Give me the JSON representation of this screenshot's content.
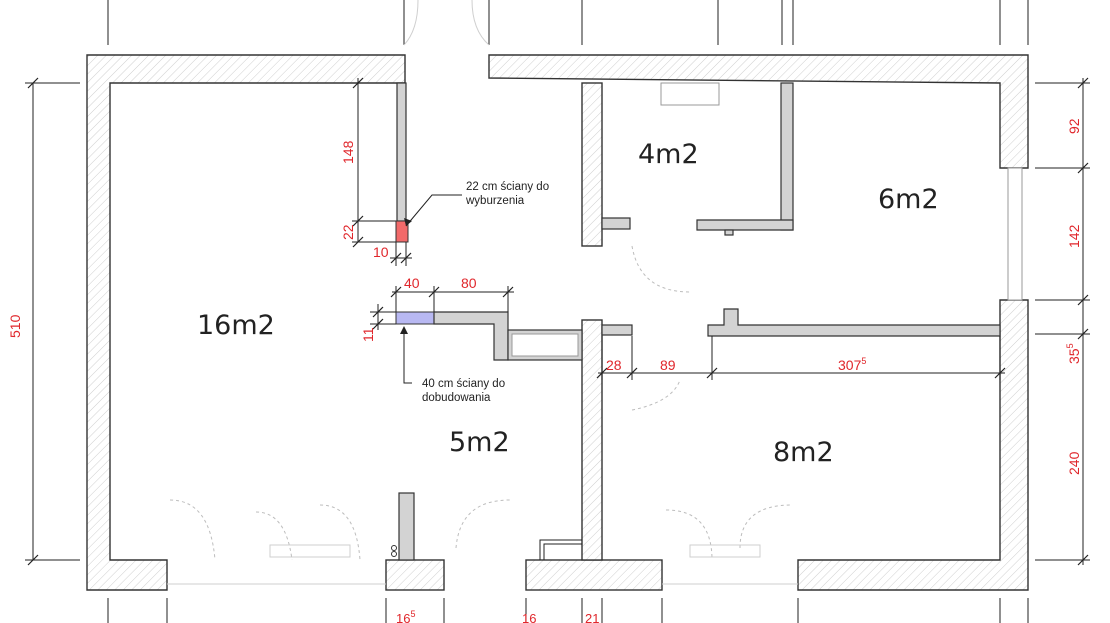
{
  "rooms": [
    {
      "id": "room-living",
      "label": "16m2"
    },
    {
      "id": "room-hall",
      "label": "5m2"
    },
    {
      "id": "room-bath",
      "label": "4m2"
    },
    {
      "id": "room-kitchen",
      "label": "6m2"
    },
    {
      "id": "room-bedroom",
      "label": "8m2"
    }
  ],
  "notes": {
    "demolish": [
      "22 cm ściany do",
      "wyburzenia"
    ],
    "build": [
      "40 cm ściany do",
      "dobudowania"
    ]
  },
  "dimensions": {
    "height_total": "510",
    "left_148": "148",
    "left_22": "22",
    "wall_10": "10",
    "new_40": "40",
    "new_80": "80",
    "gap_11": "11",
    "r_92": "92",
    "r_142": "142",
    "r_35_main": "35",
    "r_35_sup": "5",
    "r_240": "240",
    "b_28": "28",
    "b_89": "89",
    "b_307_main": "307",
    "b_307_sup": "5",
    "bot_16a_main": "16",
    "bot_16a_sup": "5",
    "bot_16b": "16",
    "bot_21": "21"
  },
  "colors": {
    "dimension_text": "#e0262b",
    "demolish_wall": "#f26a6a",
    "new_wall": "#b8b8f2",
    "wall_fill": "#d3d3d3"
  }
}
